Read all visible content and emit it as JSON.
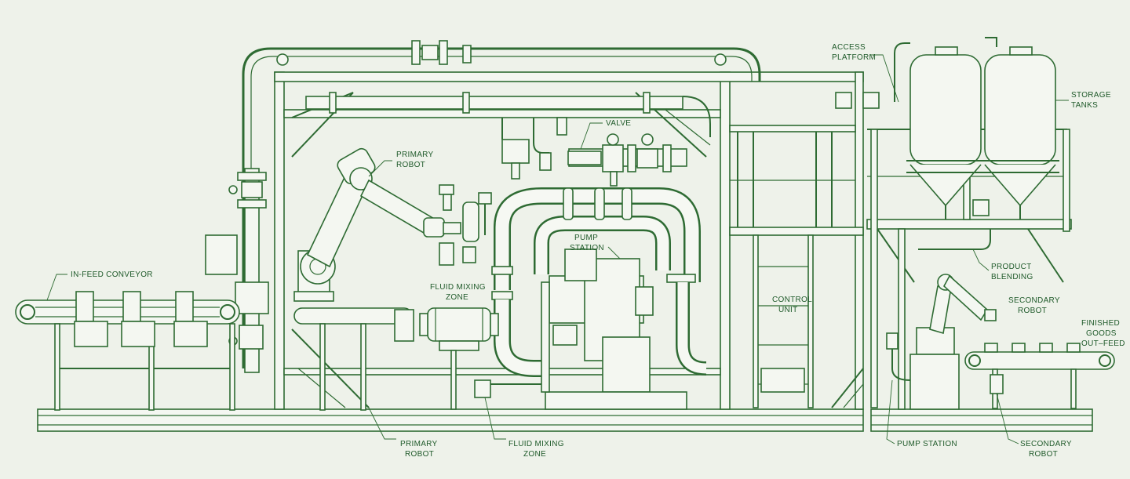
{
  "colors": {
    "ink": "#2e6b33",
    "paper": "#eef2ea",
    "label": "#1f5a2a"
  },
  "labels": {
    "access_platform": [
      "ACCESS",
      "PLATFORM"
    ],
    "storage_tanks": [
      "STORAGE",
      "TANKS"
    ],
    "valve": "VALVE",
    "primary_robot_top": [
      "PRIMARY",
      "ROBOT"
    ],
    "in_feed_conveyor": "IN-FEED CONVEYOR",
    "pump_station_top": [
      "PUMP",
      "STATION"
    ],
    "fluid_mixing_zone_top": [
      "FLUID MIXING",
      "ZONE"
    ],
    "control_unit": [
      "CONTROL",
      "UNIT"
    ],
    "product_blending": [
      "PRODUCT",
      "BLENDING"
    ],
    "secondary_robot_top": [
      "SECONDARY",
      "ROBOT"
    ],
    "finished_goods": [
      "FINISHED",
      "GOODS",
      "OUT–FEED"
    ],
    "primary_robot_bottom": [
      "PRIMARY",
      "ROBOT"
    ],
    "fluid_mixing_zone_bottom": [
      "FLUID MIXING",
      "ZONE"
    ],
    "pump_station_bottom": "PUMP STATION",
    "secondary_robot_bottom": [
      "SECONDARY",
      "ROBOT"
    ]
  }
}
